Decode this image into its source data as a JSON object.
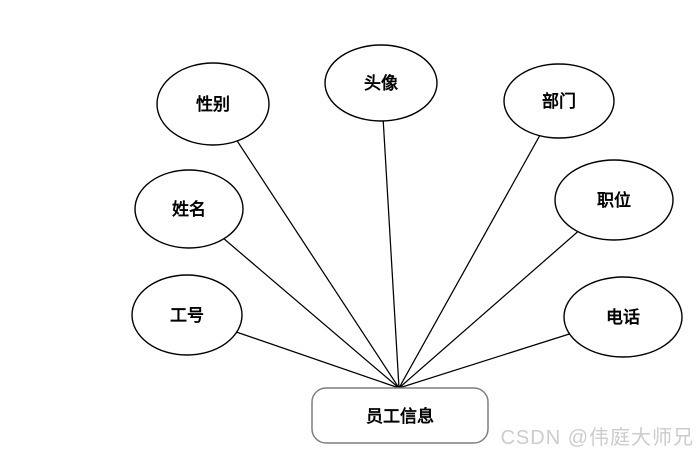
{
  "diagram": {
    "entity": {
      "label": "员工信息"
    },
    "attributes": [
      {
        "label": "性别"
      },
      {
        "label": "头像"
      },
      {
        "label": "部门"
      },
      {
        "label": "姓名"
      },
      {
        "label": "职位"
      },
      {
        "label": "工号"
      },
      {
        "label": "电话"
      }
    ],
    "colors": {
      "background": "#ffffff",
      "node_fill": "#ffffff",
      "node_stroke": "#000000",
      "connector_stroke": "#000000",
      "entity_stroke": "#7f7f7f",
      "text": "#000000",
      "watermark_text": "#cccccc"
    }
  },
  "watermark": {
    "text": "CSDN @伟庭大师兄"
  }
}
